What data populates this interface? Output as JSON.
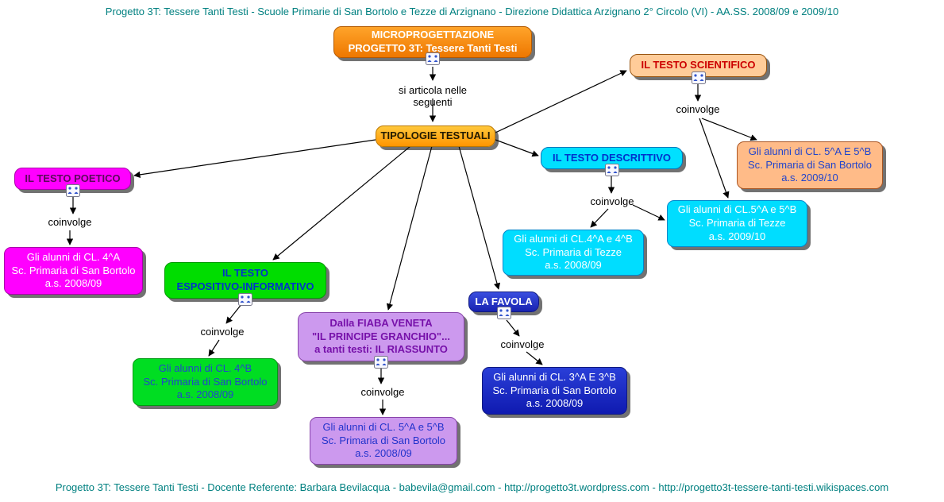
{
  "page": {
    "header": "Progetto 3T: Tessere Tanti Testi  - Scuole Primarie di San Bortolo e Tezze di Arzignano  -  Direzione Didattica Arzignano 2° Circolo (VI)  -  AA.SS. 2008/09 e 2009/10",
    "footer": "Progetto 3T: Tessere Tanti Testi  - Docente Referente: Barbara Bevilacqua  -  babevila@gmail.com  - http://progetto3t.wordpress.com  -  http://progetto3t-tessere-tanti-testi.wikispaces.com"
  },
  "linking": {
    "articola": "si articola nelle seguenti",
    "coinvolge": "coinvolge"
  },
  "nodes": {
    "root": {
      "line1": "MICROPROGETTAZIONE",
      "line2": "PROGETTO 3T: Tessere Tanti Testi"
    },
    "tipologie": {
      "label": "TIPOLOGIE TESTUALI"
    },
    "scientifico": {
      "label": "IL TESTO SCIENTIFICO"
    },
    "descrittivo": {
      "label": "IL TESTO DESCRITTIVO"
    },
    "poetico": {
      "label": "IL TESTO POETICO"
    },
    "espositivo": {
      "line1": "IL TESTO",
      "line2": "ESPOSITIVO-INFORMATIVO"
    },
    "fiaba": {
      "line1": "Dalla FIABA VENETA",
      "line2": "\"IL PRINCIPE GRANCHIO\"...",
      "line3": "a tanti testi: IL RIASSUNTO"
    },
    "favola": {
      "label": "LA FAVOLA"
    }
  },
  "students": {
    "scientifico_sanbortolo": {
      "line1": "Gli alunni di CL. 5^A E 5^B",
      "line2": "Sc. Primaria di San Bortolo",
      "line3": "a.s. 2009/10"
    },
    "tezze_2009": {
      "line1": "Gli alunni di CL.5^A e 5^B",
      "line2": "Sc. Primaria di Tezze",
      "line3": "a.s. 2009/10"
    },
    "tezze_2008": {
      "line1": "Gli alunni di CL.4^A e 4^B",
      "line2": "Sc. Primaria di Tezze",
      "line3": "a.s. 2008/09"
    },
    "poetico_4a": {
      "line1": "Gli alunni di CL. 4^A",
      "line2": "Sc. Primaria di San Bortolo",
      "line3": "a.s. 2008/09"
    },
    "espositivo_4b": {
      "line1": "Gli alunni di CL. 4^B",
      "line2": "Sc. Primaria di San Bortolo",
      "line3": "a.s. 2008/09"
    },
    "fiaba_5ab": {
      "line1": "Gli alunni di CL. 5^A e 5^B",
      "line2": "Sc. Primaria di San Bortolo",
      "line3": "a.s. 2008/09"
    },
    "favola_3ab": {
      "line1": "Gli alunni di CL. 3^A E 3^B",
      "line2": "Sc. Primaria di San Bortolo",
      "line3": "a.s. 2008/09"
    }
  },
  "icons": {
    "resource_group": "resource-group-icon"
  },
  "colors": {
    "header_text": "#008080",
    "root_fill": "#EE7700",
    "tipologie_fill": "#FFA800",
    "scientifico_fill": "#FFCC99",
    "scientifico_text": "#CC0000",
    "descrittivo_fill": "#00E0FF",
    "descrittivo_text": "#0033CC",
    "poetico_fill": "#FF00FF",
    "espositivo_fill": "#00DD00",
    "fiaba_fill": "#CC99EE",
    "favola_fill": "#2233CC",
    "shadow": "#333333"
  }
}
